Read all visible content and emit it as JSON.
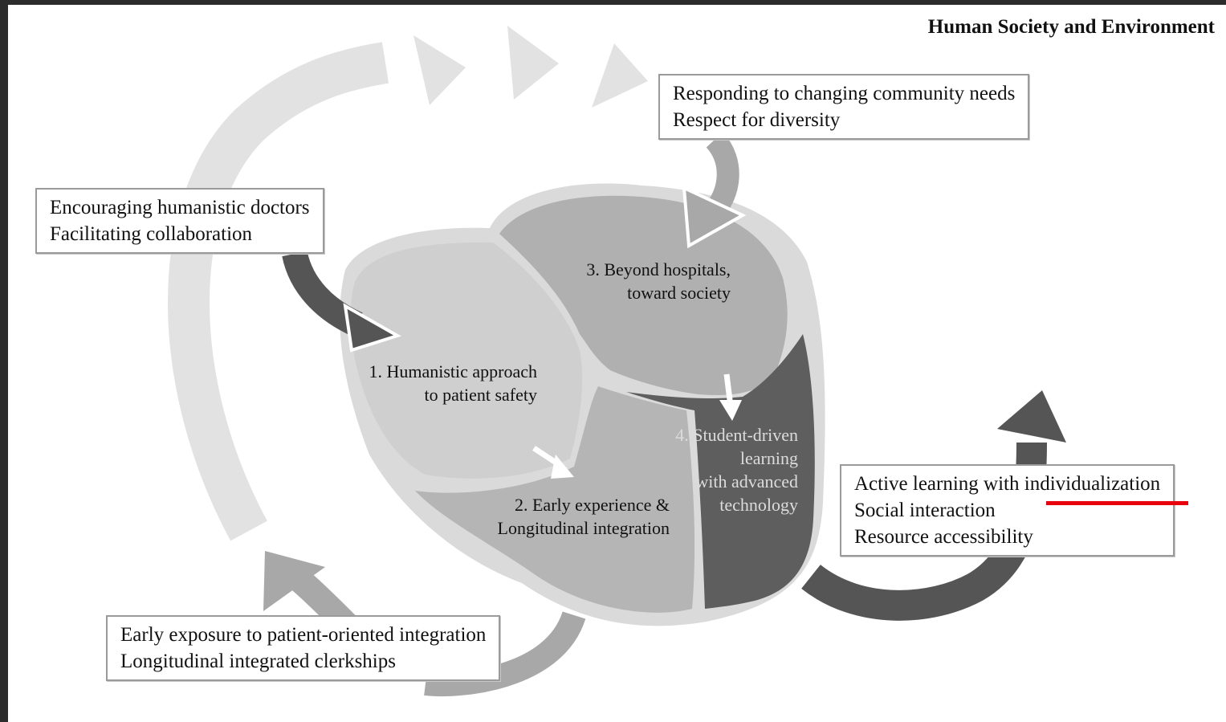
{
  "header": {
    "title": "Human Society and Environment"
  },
  "boxes": {
    "top_right": [
      "Responding to changing community needs",
      "Respect for diversity"
    ],
    "left": [
      "Encouraging humanistic doctors",
      "Facilitating collaboration"
    ],
    "right": [
      "Active learning with individualization",
      "Social interaction",
      "Resource accessibility"
    ],
    "bottom": [
      "Early exposure to patient-oriented integration",
      "Longitudinal integrated clerkships"
    ]
  },
  "segments": {
    "s1": [
      "1. Humanistic approach",
      "to patient safety"
    ],
    "s2": [
      "2. Early experience &",
      "Longitudinal integration"
    ],
    "s3": [
      "3. Beyond hospitals,",
      "toward society"
    ],
    "s4": [
      "4. Student-driven",
      "learning",
      "with advanced",
      "technology"
    ]
  },
  "colors": {
    "segment1": "#cfcfcf",
    "segment2": "#b5b5b5",
    "segment3": "#b0b0b0",
    "segment4": "#5e5e5e",
    "outer_cycle": "#e2e2e2",
    "highlight": "#e8000d"
  }
}
